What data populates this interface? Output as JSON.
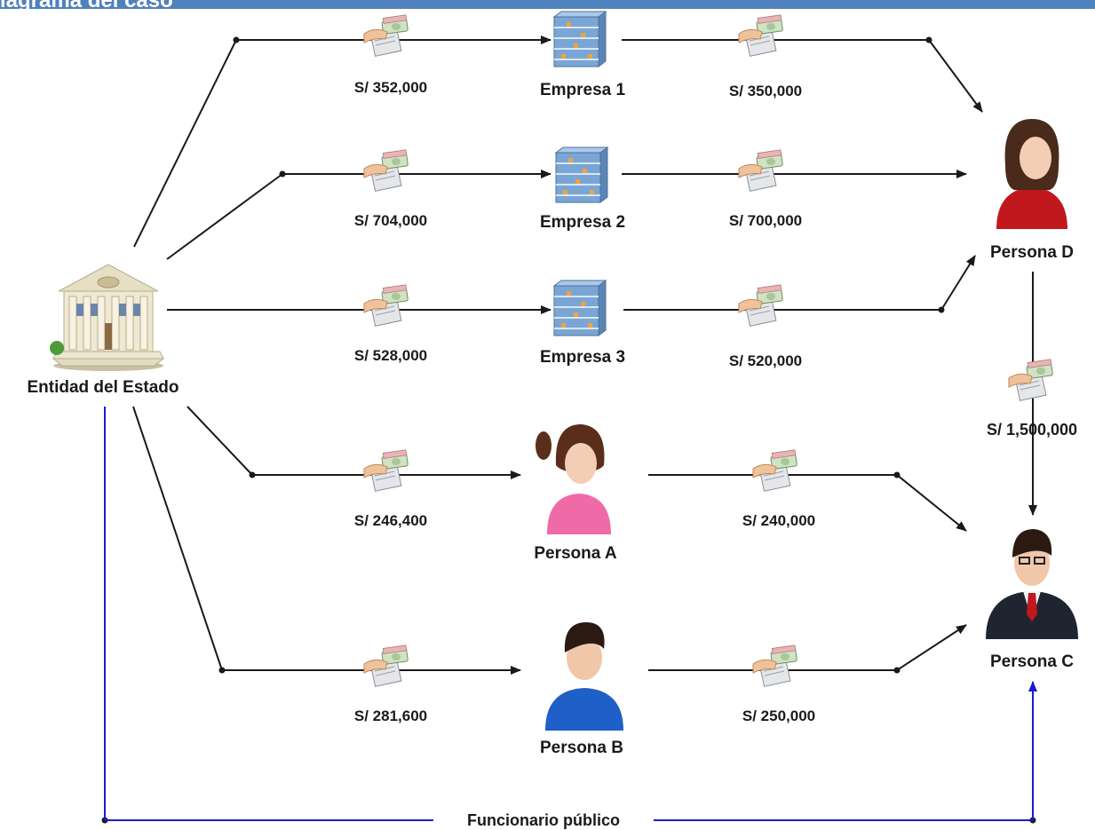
{
  "header": {
    "title": "iagrama del caso"
  },
  "nodes": {
    "entidad": "Entidad del Estado",
    "empresa1": "Empresa 1",
    "empresa2": "Empresa 2",
    "empresa3": "Empresa 3",
    "persona_a": "Persona A",
    "persona_b": "Persona B",
    "persona_c": "Persona C",
    "persona_d": "Persona D"
  },
  "amounts": {
    "to_empresa1": "S/ 352,000",
    "to_empresa2": "S/ 704,000",
    "to_empresa3": "S/ 528,000",
    "to_persona_a": "S/ 246,400",
    "to_persona_b": "S/ 281,600",
    "empresa1_to_d": "S/ 350,000",
    "empresa2_to_d": "S/ 700,000",
    "empresa3_to_d": "S/ 520,000",
    "persona_a_to_c": "S/ 240,000",
    "persona_b_to_c": "S/ 250,000",
    "d_to_c": "S/ 1,500,000"
  },
  "relation": {
    "label": "Funcionario público"
  },
  "colors": {
    "header": "#4f81bd",
    "arrow": "#1a1a1a",
    "relation": "#1a1ad6"
  },
  "icons": {
    "money": "money-hand-icon",
    "company": "office-building-icon",
    "government": "government-building-icon",
    "female": "female-user-icon",
    "male": "male-user-icon",
    "businessman": "businessman-icon"
  }
}
